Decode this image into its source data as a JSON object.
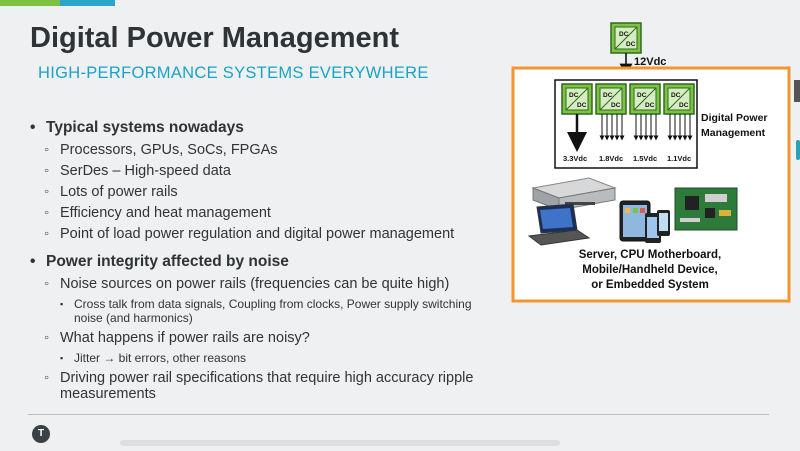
{
  "slide": {
    "title": "Digital Power Management",
    "subtitle": "HIGH-PERFORMANCE SYSTEMS EVERYWHERE"
  },
  "sections": [
    {
      "heading": "Typical systems nowadays",
      "items": [
        {
          "text": "Processors, GPUs, SoCs, FPGAs"
        },
        {
          "text": "SerDes – High-speed data"
        },
        {
          "text": "Lots of power rails"
        },
        {
          "text": "Efficiency and heat management"
        },
        {
          "text": "Point of load power regulation and digital power management"
        }
      ]
    },
    {
      "heading": "Power integrity affected by noise",
      "items": [
        {
          "text": "Noise sources on power rails (frequencies can be quite high)",
          "sub": "Cross talk from data signals, Coupling from clocks, Power supply switching noise (and harmonics)"
        },
        {
          "text": "What happens if power rails are noisy?",
          "sub": "Jitter → bit errors, other reasons"
        },
        {
          "text": "Driving power rail specifications that require high accuracy ripple measurements"
        }
      ]
    }
  ],
  "diagram": {
    "converter_label_top": "DC",
    "converter_label_bottom": "DC",
    "input_voltage": "12Vdc",
    "dpm_label_line1": "Digital Power",
    "dpm_label_line2": "Management",
    "rails": [
      "3.3Vdc",
      "1.8Vdc",
      "1.5Vdc",
      "1.1Vdc"
    ],
    "caption_line1": "Server, CPU Motherboard,",
    "caption_line2": "Mobile/Handheld Device,",
    "caption_line3": "or Embedded System",
    "colors": {
      "frame": "#f2962e",
      "converter": "#7dc242"
    }
  },
  "footer": {
    "logo_glyph": "T"
  }
}
